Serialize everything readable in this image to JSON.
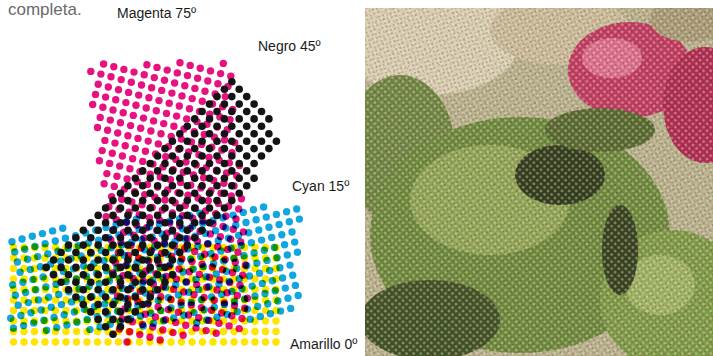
{
  "diagram": {
    "labels": [
      "completa.",
      "Magenta 75º",
      "Negro 45º",
      "Cyan 15º",
      "Amarillo 0º"
    ]
  }
}
